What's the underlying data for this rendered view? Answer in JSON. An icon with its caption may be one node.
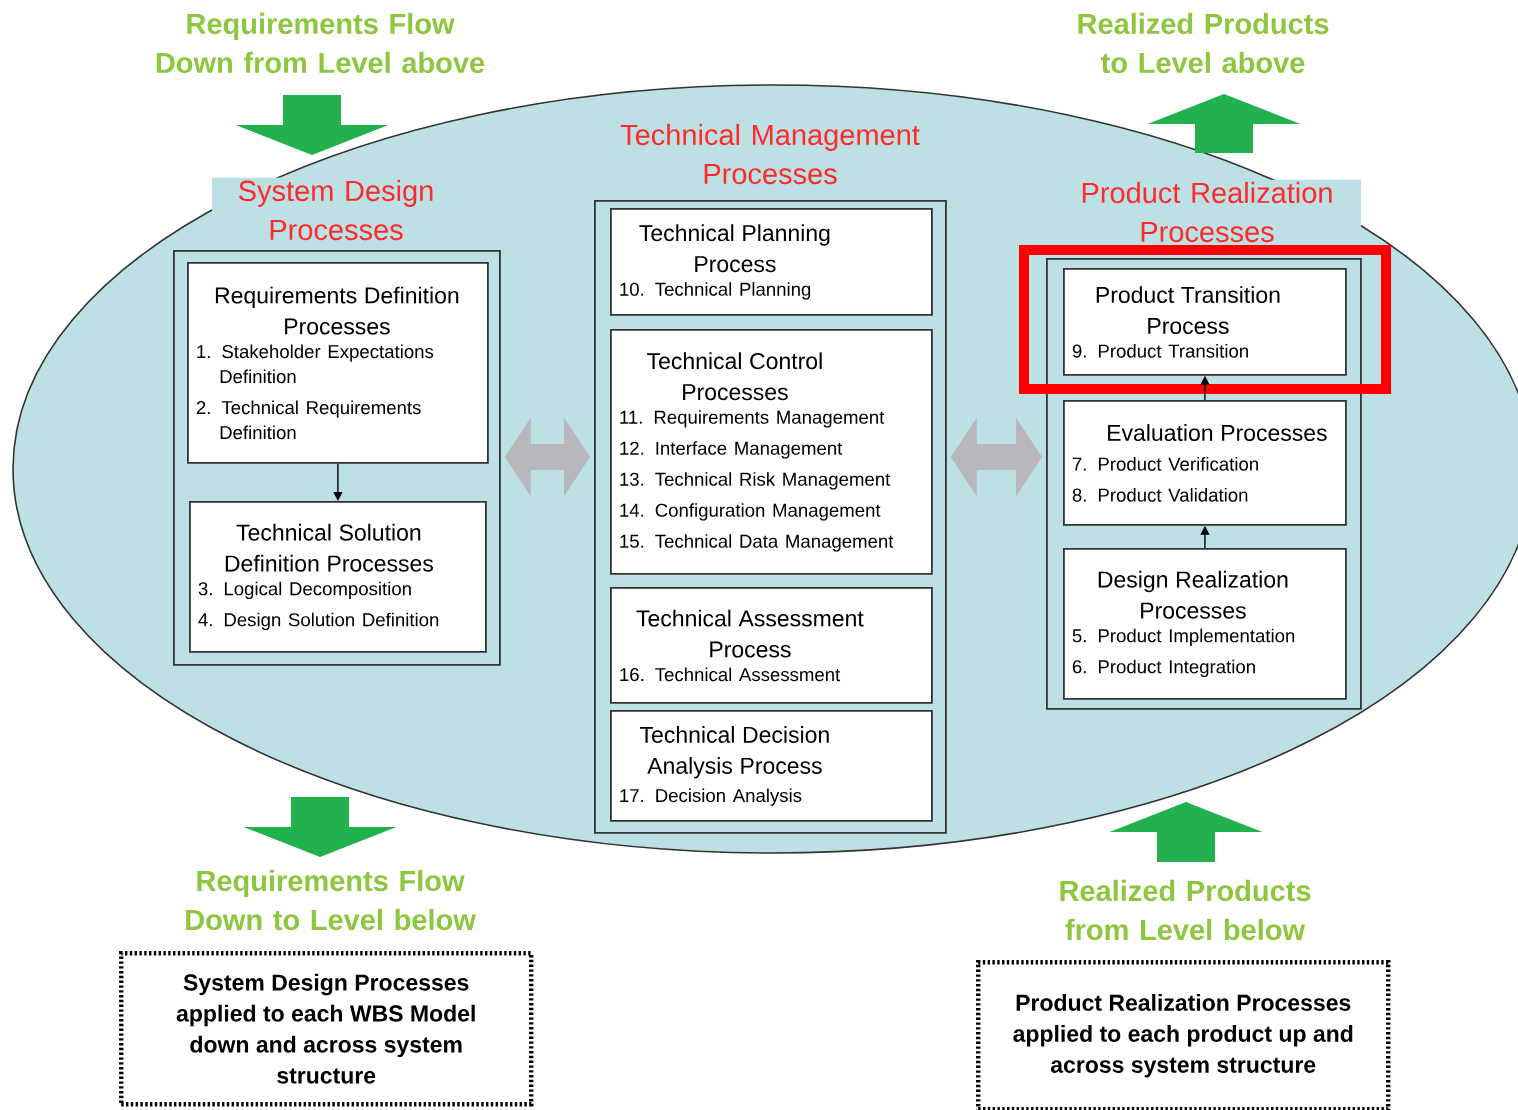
{
  "diagram": {
    "nodes": [
      {
        "text": [
          "System Design Processes"
        ]
      },
      {
        "text": [
          "Requirements Definition Processes",
          "1. Stakeholder Expectations Definition",
          "2. Technical Requirements Definition"
        ],
        "in": 0
      },
      {
        "text": [
          "Technical Solution Definition Processes",
          "3. Logical Decomposition",
          "4. Design Solution Definition"
        ],
        "in": 0
      },
      {
        "text": [
          "Technical Management Processes"
        ]
      },
      {
        "text": [
          "Technical Planning Process",
          "10. Technical Planning"
        ],
        "in": 3
      },
      {
        "text": [
          "Technical Control Processes",
          "11. Requirements Management",
          "12. Interface Management",
          "13. Technical Risk Management",
          "14. Configuration Management",
          "15. Technical Data Management"
        ],
        "in": 3
      },
      {
        "text": [
          "Technical Assessment Process",
          "16. Technical Assessment"
        ],
        "in": 3
      },
      {
        "text": [
          "Technical Decision Analysis Process",
          "17. Decision Analysis"
        ],
        "in": 3
      },
      {
        "text": [
          "Product Realization Processes"
        ]
      },
      {
        "text": [
          "Product Transition Process",
          "9. Product Transition"
        ],
        "in": 8
      },
      {
        "text": [
          "Evaluation Processes",
          "7. Product Verification",
          "8. Product Validation"
        ],
        "in": 8
      },
      {
        "text": [
          "Design Realization Processes",
          "5. Product Implementation",
          "6. Product Integration"
        ],
        "in": 8
      },
      {
        "text": [
          "System Design Processes applied to each WBS Model down and across system structure"
        ]
      },
      {
        "text": [
          "Product Realization Processes applied to each product up and across system structure"
        ]
      },
      {
        "text": [
          "Requirements Flow Down from Level above"
        ]
      },
      {
        "text": [
          "Realized Products to Level above"
        ]
      },
      {
        "text": [
          "Requirements Flow Down to Level below"
        ]
      },
      {
        "text": [
          "Realized Products from Level below"
        ]
      }
    ],
    "edges": [
      {
        "from": 0,
        "to": 3,
        "arrow": "both",
        "style": "thick",
        "color": "#b8b8bc"
      },
      {
        "from": 3,
        "to": 8,
        "arrow": "both",
        "style": "thick",
        "color": "#b8b8bc"
      },
      {
        "from": 1,
        "to": 2,
        "arrow": "to"
      },
      {
        "from": 10,
        "to": 9,
        "arrow": "to"
      },
      {
        "from": 11,
        "to": 10,
        "arrow": "to"
      }
    ]
  }
}
